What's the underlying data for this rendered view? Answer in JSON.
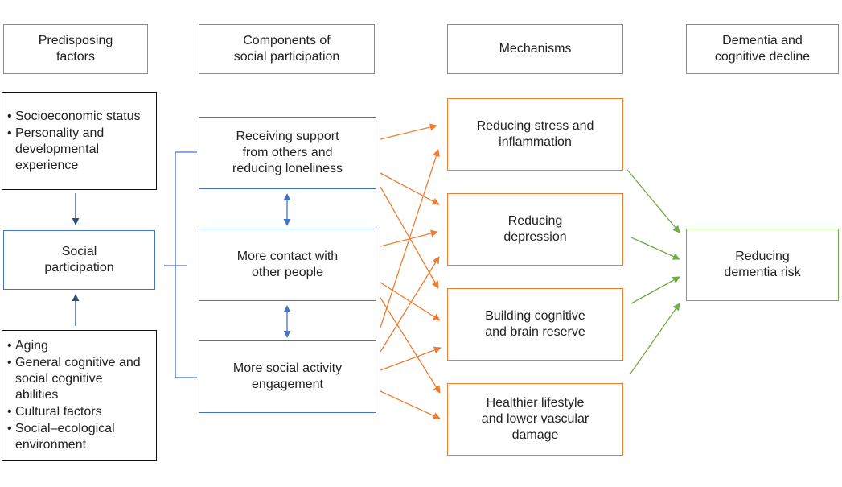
{
  "headers": {
    "predisposing": "Predisposing\nfactors",
    "components": "Components of\nsocial participation",
    "mechanisms": "Mechanisms",
    "dementia": "Dementia and\ncognitive decline"
  },
  "predisposing": {
    "top_items": [
      "Socioeconomic status",
      "Personality and\ndevelopmental\nexperience"
    ],
    "social_participation": "Social\nparticipation",
    "bottom_items": [
      "Aging",
      "General cognitive and\nsocial cognitive\nabilities",
      "Cultural factors",
      "Social–ecological\nenvironment"
    ]
  },
  "components": [
    "Receiving support\nfrom others and\nreducing loneliness",
    "More contact with\nother people",
    "More social activity\nengagement"
  ],
  "mechanisms": [
    "Reducing stress and\ninflammation",
    "Reducing\ndepression",
    "Building cognitive\nand brain reserve",
    "Healthier lifestyle\nand lower vascular\ndamage"
  ],
  "outcome": "Reducing\ndementia risk",
  "colors": {
    "header_border": "#8c8c8c",
    "predisposing_border": "#111111",
    "components": "#4472c4",
    "mechanisms": "#ed7d31",
    "outcome": "#70ad47"
  }
}
